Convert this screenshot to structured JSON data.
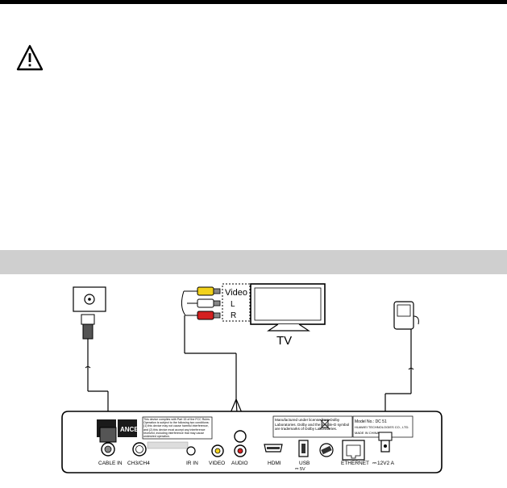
{
  "diagram": {
    "tv_label": "TV",
    "cable_labels": [
      "Video",
      "L",
      "R"
    ],
    "ports": [
      "CABLE IN",
      "CH3/CH4",
      "IR IN",
      "VIDEO",
      "AUDIO",
      "HDMI",
      "USB",
      "ETHERNET",
      "12V2 A"
    ],
    "usb_rating": "5V",
    "notice_fcc": "This device complies with Part 15 of the FCC Rules. Operation is subject to the following two conditions: (1) this device may not cause harmful interference, and (2) this device must accept any interference received, including interference that may cause undesired operation.",
    "notice_dolby": "Manufactured under license from Dolby Laboratories. Dolby and the double-D symbol are trademarks of Dolby Laboratories.",
    "model_lines": [
      "Model No.: DC 51",
      "HUAWEI TECHNOLOGIES CO., LTD.",
      "MADE IN CHINA"
    ],
    "logo_text": "ANCE",
    "colors": {
      "video_plug": "#f2d21b",
      "left_plug": "#ffffff",
      "right_plug": "#d42020",
      "band": "#cfcfcf"
    }
  }
}
